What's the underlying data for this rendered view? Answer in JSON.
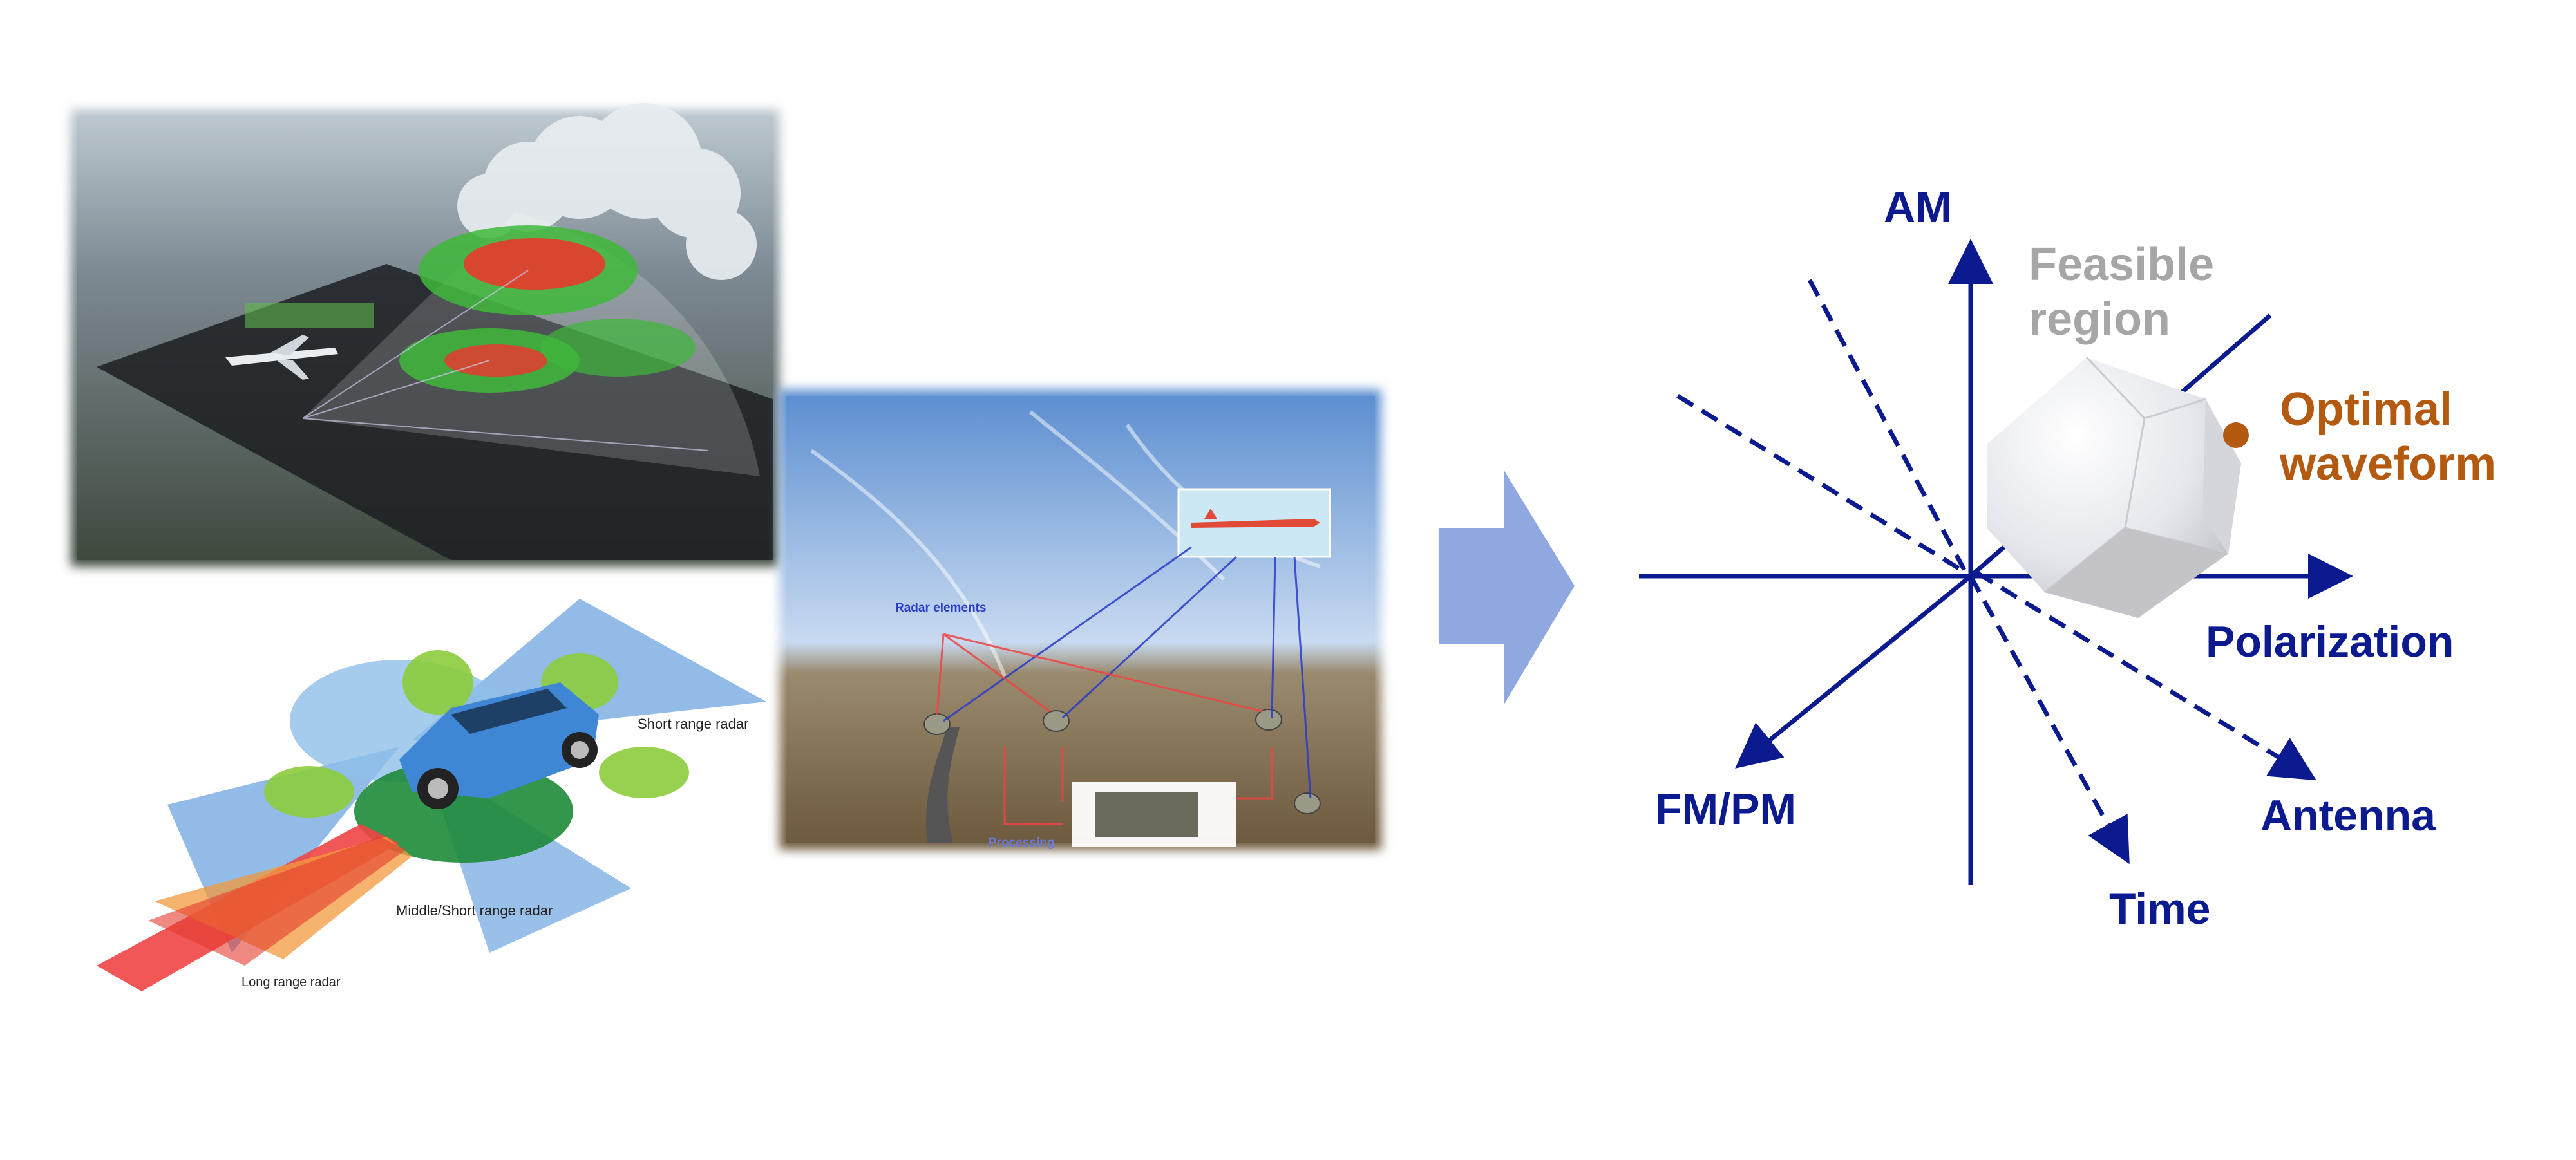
{
  "photos": {
    "weather_radar": {
      "description_icon": "weather-radar-scene"
    },
    "automotive_radar": {
      "labels": {
        "short_range": "Short range radar",
        "middle_short_range": "Middle/Short range radar",
        "long_range": "Long range radar"
      }
    },
    "multistatic_radar": {
      "labels": {
        "radar_elements": "Radar elements",
        "processing": "Processing"
      }
    }
  },
  "arrow": {
    "icon": "right-arrow-icon",
    "color": "#8fa9e0"
  },
  "diagram": {
    "axis_color": "#0b1a8f",
    "feasible_color": "#a6a6a6",
    "optimal_color": "#b35a10",
    "axes": {
      "am": "AM",
      "polarization": "Polarization",
      "fmpm": "FM/PM",
      "time": "Time",
      "antenna": "Antenna"
    },
    "feasible_region_line1": "Feasible",
    "feasible_region_line2": "region",
    "optimal_waveform_line1": "Optimal",
    "optimal_waveform_line2": "waveform"
  }
}
